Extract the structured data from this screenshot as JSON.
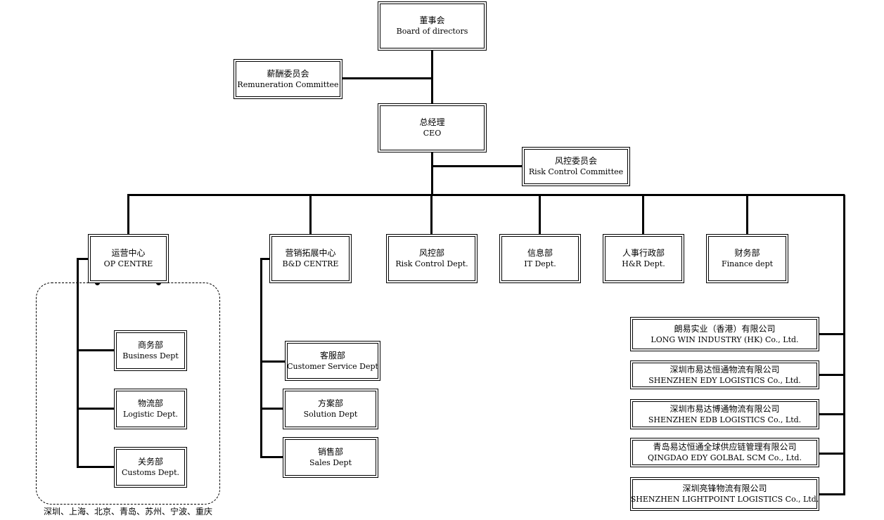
{
  "board": {
    "zh": "董事会",
    "en": "Board of directors"
  },
  "remuneration": {
    "zh": "薪酬委员会",
    "en": "Remuneration Committee"
  },
  "ceo": {
    "zh": "总经理",
    "en": "CEO"
  },
  "risk_committee": {
    "zh": "风控委员会",
    "en": "Risk Control Committee"
  },
  "op_centre": {
    "zh": "运营中心",
    "en": "OP CENTRE"
  },
  "bd_centre": {
    "zh": "营销拓展中心",
    "en": "B&D CENTRE"
  },
  "risk_dept": {
    "zh": "风控部",
    "en": "Risk Control Dept."
  },
  "it_dept": {
    "zh": "信息部",
    "en": "IT Dept."
  },
  "hr_dept": {
    "zh": "人事行政部",
    "en": "H&R Dept."
  },
  "finance_dept": {
    "zh": "财务部",
    "en": "Finance dept"
  },
  "op_departments": [
    {
      "zh": "商务部",
      "en": "Business Dept"
    },
    {
      "zh": "物流部",
      "en": "Logistic Dept."
    },
    {
      "zh": "关务部",
      "en": "Customs Dept."
    }
  ],
  "bd_departments": [
    {
      "zh": "客服部",
      "en": "Customer Service  Dept"
    },
    {
      "zh": "方案部",
      "en": "Solution  Dept"
    },
    {
      "zh": "销售部",
      "en": "Sales  Dept"
    }
  ],
  "subsidiaries": [
    {
      "zh": "朗易实业（香港）有限公司",
      "en": "LONG WIN INDUSTRY (HK)  Co., Ltd."
    },
    {
      "zh": "深圳市易达恒通物流有限公司",
      "en": "SHENZHEN EDY LOGISTICS Co., Ltd."
    },
    {
      "zh": "深圳市易达博通物流有限公司",
      "en": "SHENZHEN EDB LOGISTICS Co., Ltd."
    },
    {
      "zh": "青岛易达恒通全球供应链管理有限公司",
      "en": "QINGDAO EDY GOLBAL SCM Co., Ltd."
    },
    {
      "zh": "深圳亮锋物流有限公司",
      "en": "SHENZHEN LIGHTPOINT LOGISTICS Co., Ltd."
    }
  ],
  "cities": "深圳、上海、北京、青岛、苏州、宁波、重庆"
}
